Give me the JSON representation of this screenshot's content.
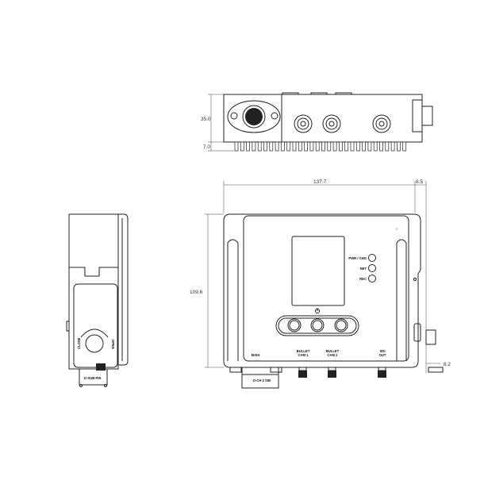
{
  "dimensions": {
    "top_height": "35.0",
    "top_fin_height": "7.0",
    "front_width": "137.7",
    "front_side_extra": "8.5",
    "front_height": "109.6",
    "front_knob_offset": "8.2"
  },
  "front_labels": {
    "led_1": "PWR / CHG",
    "led_2": "NET",
    "led_3": "REC",
    "main": "MAIN",
    "cam1_line1": "BULLET",
    "cam1_line2": "CAM 1",
    "cam2_line1": "BULLET",
    "cam2_line2": "CAM 2",
    "sdi_line1": "SDI",
    "sdi_line2": "OUT",
    "main_connector": "D-CH 2 SIB"
  },
  "side_labels": {
    "bottom": "D-SUB PIN",
    "knob_left": "CLOSE",
    "knob_right": "OPEN"
  }
}
